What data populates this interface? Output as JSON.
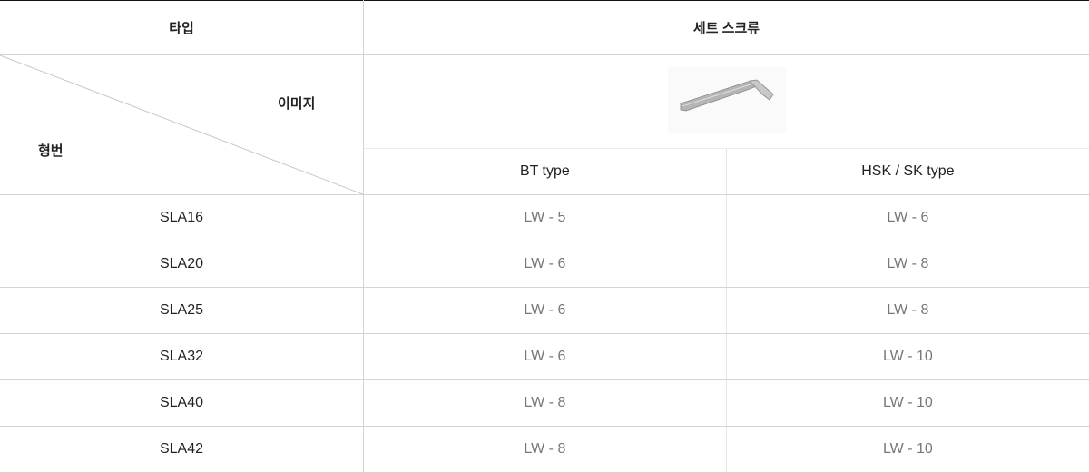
{
  "header": {
    "type_label": "타입",
    "product": "세트 스크류"
  },
  "corner": {
    "image_label": "이미지",
    "model_label": "형번"
  },
  "image": {
    "icon": "hex-key-icon"
  },
  "subheaders": [
    "BT type",
    "HSK / SK type"
  ],
  "rows": [
    {
      "model": "SLA16",
      "bt": "LW - 5",
      "hsk": "LW - 6"
    },
    {
      "model": "SLA20",
      "bt": "LW - 6",
      "hsk": "LW - 8"
    },
    {
      "model": "SLA25",
      "bt": "LW - 6",
      "hsk": "LW - 8"
    },
    {
      "model": "SLA32",
      "bt": "LW - 6",
      "hsk": "LW - 10"
    },
    {
      "model": "SLA40",
      "bt": "LW - 8",
      "hsk": "LW - 10"
    },
    {
      "model": "SLA42",
      "bt": "LW - 8",
      "hsk": "LW - 10"
    }
  ]
}
